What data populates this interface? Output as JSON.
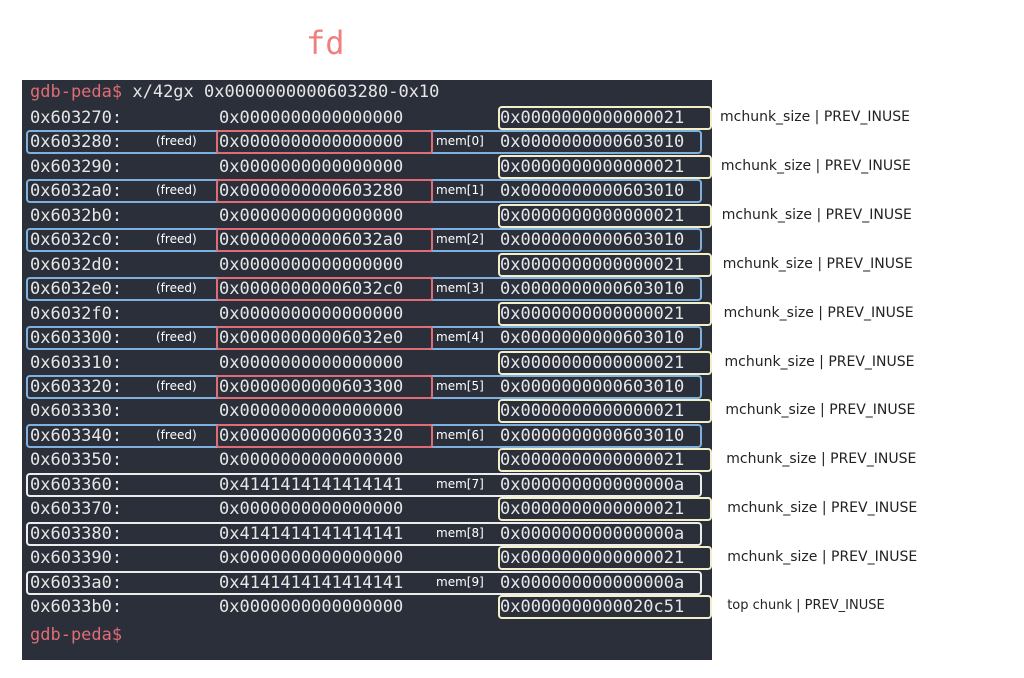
{
  "title": "fd",
  "prompt": "gdb-peda$",
  "command": " x/42gx 0x0000000000603280-0x10",
  "rows": [
    {
      "addr": "0x603270:",
      "freed": "",
      "v1": "0x0000000000000000",
      "mem": "",
      "v2": "0x0000000000000021"
    },
    {
      "addr": "0x603280:",
      "freed": "(freed)",
      "v1": "0x0000000000000000",
      "mem": "mem[0]",
      "v2": "0x0000000000603010"
    },
    {
      "addr": "0x603290:",
      "freed": "",
      "v1": "0x0000000000000000",
      "mem": "",
      "v2": "0x0000000000000021"
    },
    {
      "addr": "0x6032a0:",
      "freed": "(freed)",
      "v1": "0x0000000000603280",
      "mem": "mem[1]",
      "v2": "0x0000000000603010"
    },
    {
      "addr": "0x6032b0:",
      "freed": "",
      "v1": "0x0000000000000000",
      "mem": "",
      "v2": "0x0000000000000021"
    },
    {
      "addr": "0x6032c0:",
      "freed": "(freed)",
      "v1": "0x00000000006032a0",
      "mem": "mem[2]",
      "v2": "0x0000000000603010"
    },
    {
      "addr": "0x6032d0:",
      "freed": "",
      "v1": "0x0000000000000000",
      "mem": "",
      "v2": "0x0000000000000021"
    },
    {
      "addr": "0x6032e0:",
      "freed": "(freed)",
      "v1": "0x00000000006032c0",
      "mem": "mem[3]",
      "v2": "0x0000000000603010"
    },
    {
      "addr": "0x6032f0:",
      "freed": "",
      "v1": "0x0000000000000000",
      "mem": "",
      "v2": "0x0000000000000021"
    },
    {
      "addr": "0x603300:",
      "freed": "(freed)",
      "v1": "0x00000000006032e0",
      "mem": "mem[4]",
      "v2": "0x0000000000603010"
    },
    {
      "addr": "0x603310:",
      "freed": "",
      "v1": "0x0000000000000000",
      "mem": "",
      "v2": "0x0000000000000021"
    },
    {
      "addr": "0x603320:",
      "freed": "(freed)",
      "v1": "0x0000000000603300",
      "mem": "mem[5]",
      "v2": "0x0000000000603010"
    },
    {
      "addr": "0x603330:",
      "freed": "",
      "v1": "0x0000000000000000",
      "mem": "",
      "v2": "0x0000000000000021"
    },
    {
      "addr": "0x603340:",
      "freed": "(freed)",
      "v1": "0x0000000000603320",
      "mem": "mem[6]",
      "v2": "0x0000000000603010"
    },
    {
      "addr": "0x603350:",
      "freed": "",
      "v1": "0x0000000000000000",
      "mem": "",
      "v2": "0x0000000000000021"
    },
    {
      "addr": "0x603360:",
      "freed": "",
      "v1": "0x4141414141414141",
      "mem": "mem[7]",
      "v2": "0x000000000000000a"
    },
    {
      "addr": "0x603370:",
      "freed": "",
      "v1": "0x0000000000000000",
      "mem": "",
      "v2": "0x0000000000000021"
    },
    {
      "addr": "0x603380:",
      "freed": "",
      "v1": "0x4141414141414141",
      "mem": "mem[8]",
      "v2": "0x000000000000000a"
    },
    {
      "addr": "0x603390:",
      "freed": "",
      "v1": "0x0000000000000000",
      "mem": "",
      "v2": "0x0000000000000021"
    },
    {
      "addr": "0x6033a0:",
      "freed": "",
      "v1": "0x4141414141414141",
      "mem": "mem[9]",
      "v2": "0x000000000000000a"
    },
    {
      "addr": "0x6033b0:",
      "freed": "",
      "v1": "0x0000000000000000",
      "mem": "",
      "v2": "0x0000000000020c51"
    }
  ],
  "annotations": {
    "size": "mchunk_size | PREV_INUSE",
    "top": "top chunk | PREV_INUSE"
  },
  "end_prompt": "gdb-peda$",
  "colors": {
    "terminal_bg": "#2b2f3a",
    "prompt": "#e06c75",
    "freed_box": "#7fb0e0",
    "fd_box": "#e06c75",
    "size_box": "#f3efc9",
    "fd_label": "#f08080"
  }
}
